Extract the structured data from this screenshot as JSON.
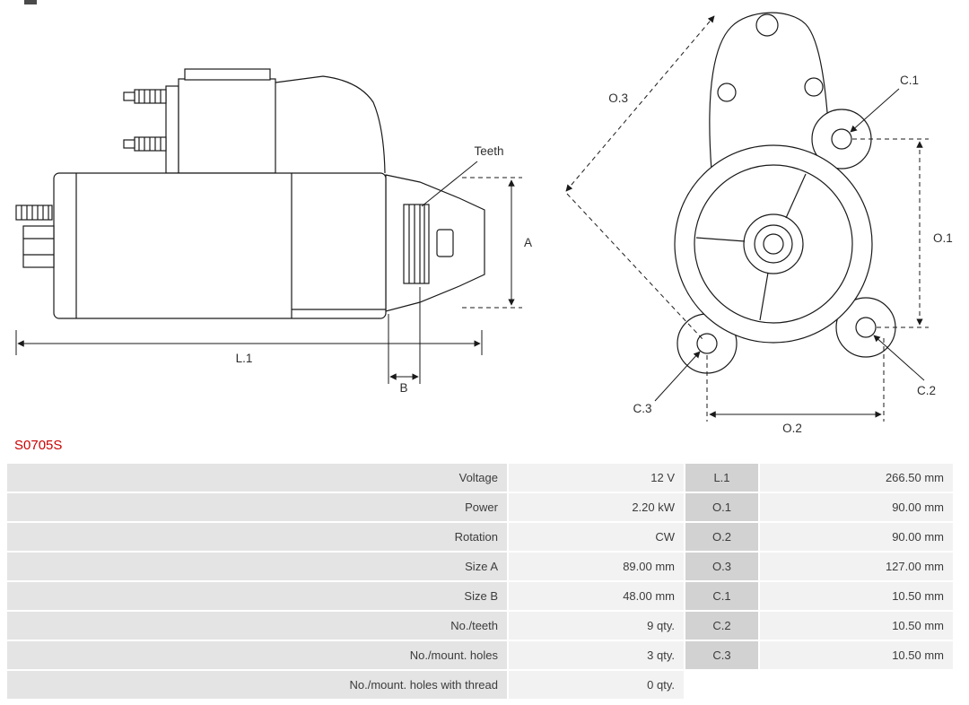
{
  "part_number": "S0705S",
  "colors": {
    "part_number_red": "#cc0000",
    "drawing_line": "#1a1a1a",
    "table_label_bg": "#e4e4e4",
    "table_value_bg": "#f2f2f2",
    "table_dim_bg": "#d2d2d2"
  },
  "diagram": {
    "side": {
      "teeth": "Teeth",
      "a": "A",
      "l1": "L.1",
      "b": "B"
    },
    "front": {
      "o1": "O.1",
      "o2": "O.2",
      "o3": "O.3",
      "c1": "C.1",
      "c2": "C.2",
      "c3": "C.3"
    }
  },
  "table": {
    "rows": [
      {
        "label": "Voltage",
        "value": "12 V",
        "dim": "L.1",
        "dim_value": "266.50 mm"
      },
      {
        "label": "Power",
        "value": "2.20 kW",
        "dim": "O.1",
        "dim_value": "90.00 mm"
      },
      {
        "label": "Rotation",
        "value": "CW",
        "dim": "O.2",
        "dim_value": "90.00 mm"
      },
      {
        "label": "Size A",
        "value": "89.00 mm",
        "dim": "O.3",
        "dim_value": "127.00 mm"
      },
      {
        "label": "Size B",
        "value": "48.00 mm",
        "dim": "C.1",
        "dim_value": "10.50 mm"
      },
      {
        "label": "No./teeth",
        "value": "9 qty.",
        "dim": "C.2",
        "dim_value": "10.50 mm"
      },
      {
        "label": "No./mount. holes",
        "value": "3 qty.",
        "dim": "C.3",
        "dim_value": "10.50 mm"
      },
      {
        "label": "No./mount. holes with thread",
        "value": "0 qty.",
        "dim": "",
        "dim_value": ""
      }
    ]
  }
}
